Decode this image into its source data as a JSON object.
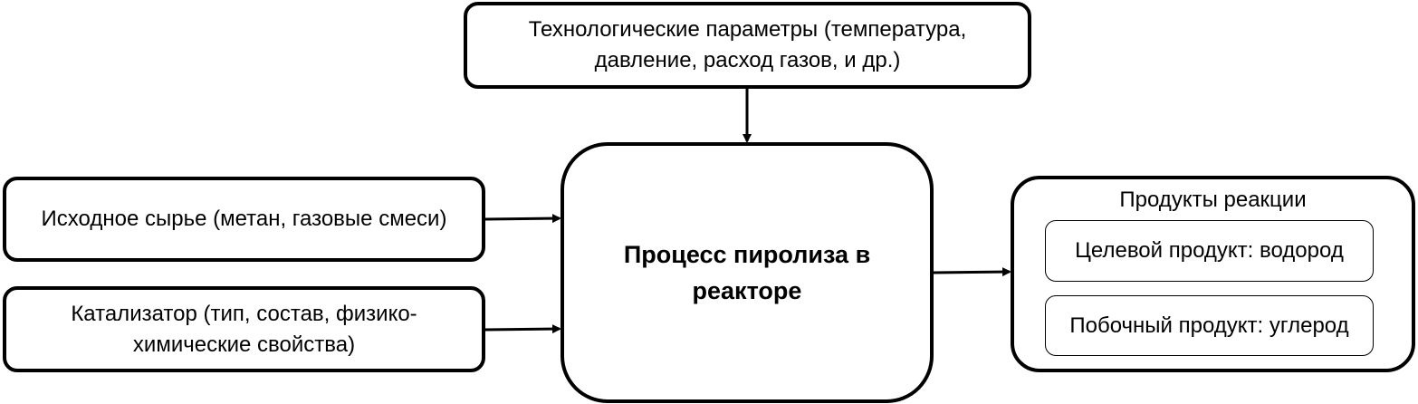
{
  "diagram": {
    "params": {
      "line1": "Технологические параметры (температура,",
      "line2": "давление, расход газов, и др.)"
    },
    "feed": {
      "label": "Исходное сырье (метан, газовые смеси)"
    },
    "catalyst": {
      "line1": "Катализатор (тип, состав, физико-",
      "line2": "химические свойства)"
    },
    "process": {
      "line1": "Процесс пиролиза в",
      "line2": "реакторе"
    },
    "products": {
      "title": "Продукты реакции",
      "target": "Целевой продукт: водород",
      "byproduct": "Побочный продукт: углерод"
    }
  }
}
